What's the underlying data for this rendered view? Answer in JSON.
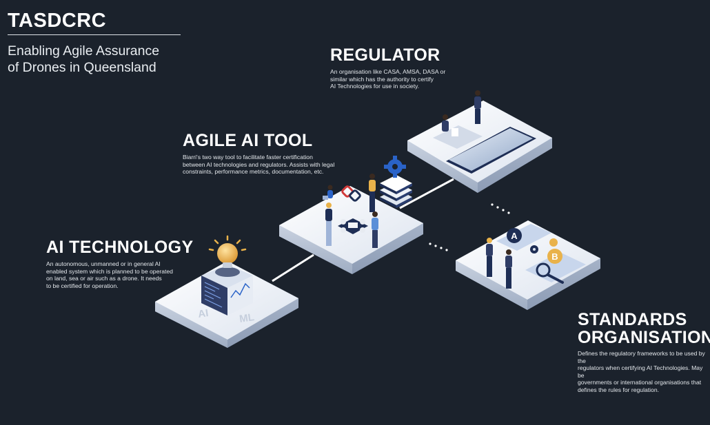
{
  "brand": {
    "title": "TASDCRC",
    "subtitle_line1": "Enabling Agile Assurance",
    "subtitle_line2": "of Drones in Queensland"
  },
  "regulator": {
    "heading": "REGULATOR",
    "desc": [
      "An organisation like CASA, AMSA, DASA or",
      "similar which has the authority to certify",
      "AI Technologies for use in society."
    ]
  },
  "agile_tool": {
    "heading": "AGILE AI TOOL",
    "desc": [
      "Biarri's two way tool to facilitate faster certification",
      "between AI technologies and regulators. Assists with legal",
      "constraints, performance metrics, documentation, etc."
    ]
  },
  "ai_technology": {
    "heading": "AI TECHNOLOGY",
    "desc": [
      "An autonomous, unmanned or in general AI",
      "enabled system which is planned to be operated",
      "on land, sea or air such as a drone. It needs",
      "to be certified for operation."
    ],
    "platform_labels": [
      "AI",
      "ML"
    ]
  },
  "standards": {
    "heading_line1": "STANDARDS",
    "heading_line2": "ORGANISATION",
    "desc": [
      "Defines the regulatory frameworks to be used by the",
      "regulators when certifying AI Technologies. May be",
      "governments or international organisations that",
      "defines the rules for regulation."
    ],
    "badges": [
      "A",
      "B"
    ]
  },
  "colors": {
    "background": "#1b222c",
    "platform_top": "#eef2f8",
    "platform_side": "#aeb9ca",
    "accent_blue": "#2a63c8",
    "bulb": "#e9b24a",
    "navy": "#1e2e55"
  }
}
